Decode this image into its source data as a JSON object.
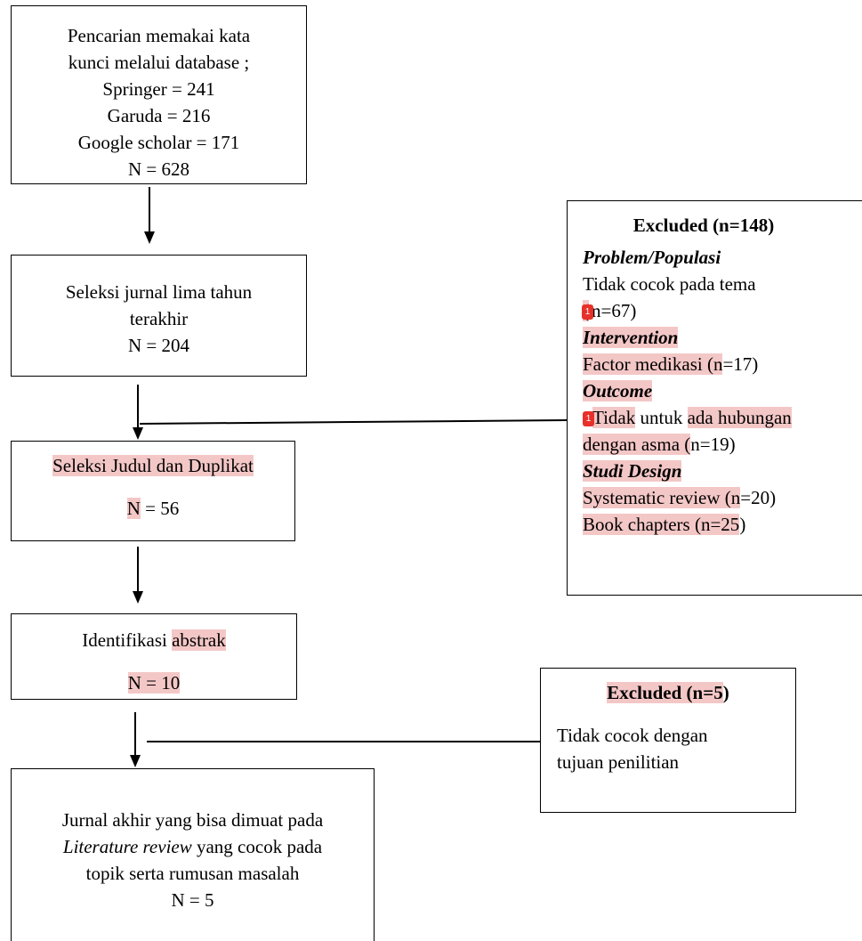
{
  "box1": {
    "lines": [
      "Pencarian memakai kata",
      "kunci melalui database ;",
      "Springer = 241",
      "Garuda = 216",
      "Google scholar = 171",
      "N = 628"
    ]
  },
  "box2": {
    "lines": [
      "Seleksi jurnal lima tahun",
      "terakhir",
      "N = 204"
    ]
  },
  "box3": {
    "title": "Seleksi Judul dan Duplikat",
    "n_letter": "N",
    "n_rest": " = 56"
  },
  "box4": {
    "prefix": "Identifikasi ",
    "highlight": "abstrak",
    "n": "N = 10"
  },
  "box5": {
    "line1": "Jurnal akhir yang bisa dimuat pada",
    "italic": "Literature review",
    "line2_rest": " yang cocok pada",
    "line3": "topik serta rumusan masalah",
    "n": "N = 5"
  },
  "excluded1": {
    "title": "Excluded (n=148)",
    "problem_heading": "Problem/Populasi",
    "problem_text": "Tidak cocok pada tema",
    "problem_n_a": "(",
    "problem_n_b": "n=67)",
    "intervention_heading": "Intervention",
    "intervention_text_a": "Factor medikasi (",
    "intervention_text_b": "n",
    "intervention_text_c": "=17)",
    "outcome_heading": "Outcome",
    "outcome_a": "Tidak",
    "outcome_b": " untuk ",
    "outcome_c": "ada hubungan",
    "outcome_d": "dengan asma (",
    "outcome_e": "n=19)",
    "design_heading": "Studi Design",
    "design_a": "Systematic review (",
    "design_b": "n",
    "design_c": "=20)",
    "design_d": "Book chapters (n=25",
    "design_e": ")",
    "marker_label": "1"
  },
  "excluded2": {
    "title_hl": "Excluded (n=5",
    "title_rest": ")",
    "line1": "Tidak cocok dengan",
    "line2": "tujuan penilitian"
  }
}
